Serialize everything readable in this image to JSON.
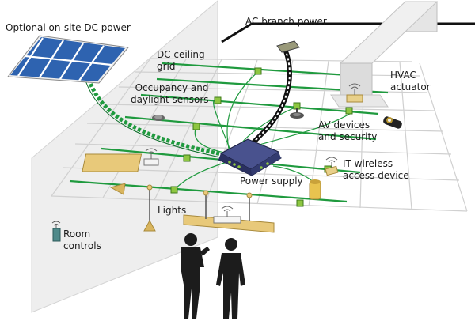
{
  "labels": {
    "dc_power": "Optional on-site DC power",
    "ac_power": "AC branch power",
    "dc_grid": "DC ceiling\ngrid",
    "sensors": "Occupancy and\ndaylight sensors",
    "hvac": "HVAC\nactuator",
    "av": "AV devices\nand security",
    "it": "IT wireless\naccess device",
    "power_supply": "Power supply",
    "lights": "Lights",
    "room_controls": "Room\ncontrols"
  },
  "colors": {
    "grid_line": "#cfcfcf",
    "dc_bus": "#1f9a3e",
    "connector": "#8ec641",
    "panel": "#2e63b0",
    "power_supply": "#3c4680",
    "wall": "#eeeeee",
    "fixture": "#e8d08a"
  },
  "icons": [
    "solar-panel-icon",
    "power-supply-icon",
    "hvac-duct-icon",
    "camera-icon",
    "wireless-access-point-icon",
    "light-fixture-icon",
    "room-control-panel-icon",
    "people-silhouette-icon"
  ]
}
